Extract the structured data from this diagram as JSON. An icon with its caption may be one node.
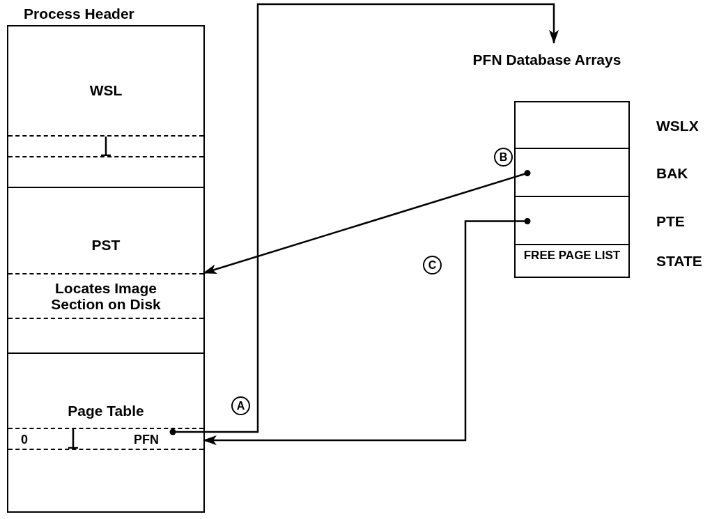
{
  "diagram": {
    "nodes": [
      {
        "text": [
          "Process Header"
        ]
      },
      {
        "text": [
          "WSL"
        ],
        "in": 0
      },
      {
        "text": [
          "PST"
        ],
        "in": 0
      },
      {
        "text": [
          "Locates Image Section on Disk"
        ],
        "in": 2
      },
      {
        "text": [
          "Page Table"
        ],
        "in": 0
      },
      {
        "text": [
          "0",
          "PFN"
        ],
        "in": 4
      },
      {
        "text": [
          "PFN Database Arrays"
        ]
      },
      {
        "text": [],
        "shape": "box",
        "in": 6,
        "beside": [
          "WSLX"
        ]
      },
      {
        "text": [],
        "shape": "box",
        "in": 6,
        "beside": [
          "BAK"
        ]
      },
      {
        "text": [],
        "shape": "box",
        "in": 6,
        "beside": [
          "PTE"
        ]
      },
      {
        "text": [
          "FREE PAGE LIST"
        ],
        "in": 6,
        "beside": [
          "STATE"
        ]
      }
    ],
    "edges": [
      {
        "from": 5,
        "to": 6,
        "arrow": "to",
        "label": "A"
      },
      {
        "from": 8,
        "to": 3,
        "arrow": "to",
        "label": "B"
      },
      {
        "from": 9,
        "to": 5,
        "arrow": "to",
        "label": "C"
      }
    ]
  }
}
